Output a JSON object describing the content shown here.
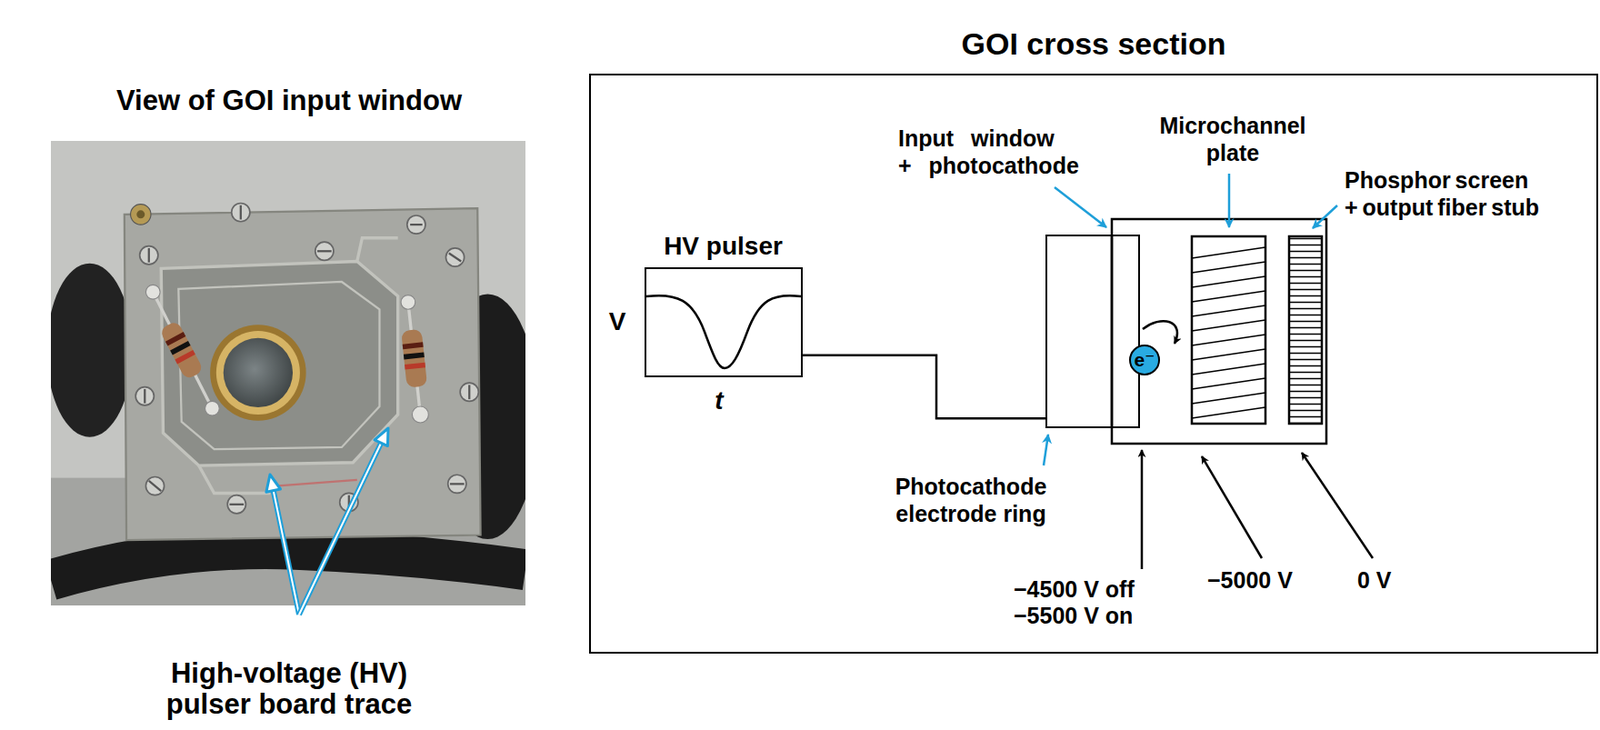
{
  "diagram": {
    "nodes": [
      {
        "text": [
          "HV pulser"
        ]
      },
      {
        "text": [
          "Photocathode electrode ring"
        ]
      },
      {
        "text": [
          "e⁻"
        ]
      }
    ],
    "edges": [
      {
        "from": 0,
        "to": 1,
        "arrow": "none"
      }
    ],
    "labels": [
      "View of GOI input window",
      "High-voltage (HV) pulser board trace",
      "GOI cross section",
      "V",
      "t",
      "Input window + photocathode",
      "Microchannel plate",
      "Phosphor screen + output fiber stub",
      "−4500 V off",
      "−5500 V on",
      "−5000 V",
      "0 V"
    ]
  }
}
